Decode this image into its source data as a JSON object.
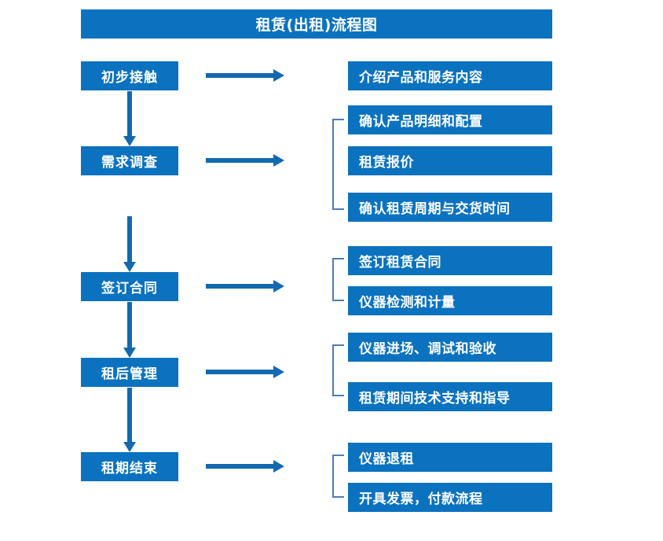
{
  "title": {
    "text": "租赁(出租)流程图"
  },
  "colors": {
    "box_blue": "#0B72BF",
    "arrow_blue": "#1269B0",
    "bracket_blue": "#4A7EB5",
    "box_text": "#FFFFFF",
    "background": "#FFFFFF"
  },
  "stages": [
    {
      "label": "初步接触"
    },
    {
      "label": "需求调查"
    },
    {
      "label": "签订合同"
    },
    {
      "label": "租后管理"
    },
    {
      "label": "租期结束"
    }
  ],
  "details": [
    {
      "label": "介绍产品和服务内容"
    },
    {
      "label": "确认产品明细和配置"
    },
    {
      "label": "租赁报价"
    },
    {
      "label": "确认租赁周期与交货时间"
    },
    {
      "label": "签订租赁合同"
    },
    {
      "label": "仪器检测和计量"
    },
    {
      "label": "仪器进场、调试和验收"
    },
    {
      "label": "租赁期间技术支持和指导"
    },
    {
      "label": "仪器退租"
    },
    {
      "label": "开具发票，付款流程"
    }
  ],
  "chart_data": {
    "type": "diagram",
    "title": "租赁(出租)流程图",
    "flow": [
      {
        "stage": "初步接触",
        "details": [
          "介绍产品和服务内容"
        ],
        "grouped": false
      },
      {
        "stage": "需求调查",
        "details": [
          "确认产品明细和配置",
          "租赁报价",
          "确认租赁周期与交货时间"
        ],
        "grouped": true
      },
      {
        "stage": "签订合同",
        "details": [
          "签订租赁合同",
          "仪器检测和计量"
        ],
        "grouped": true
      },
      {
        "stage": "租后管理",
        "details": [
          "仪器进场、调试和验收",
          "租赁期间技术支持和指导"
        ],
        "grouped": true
      },
      {
        "stage": "租期结束",
        "details": [
          "仪器退租",
          "开具发票，付款流程"
        ],
        "grouped": true
      }
    ],
    "sequence": [
      "初步接触",
      "需求调查",
      "签订合同",
      "租后管理",
      "租期结束"
    ]
  }
}
